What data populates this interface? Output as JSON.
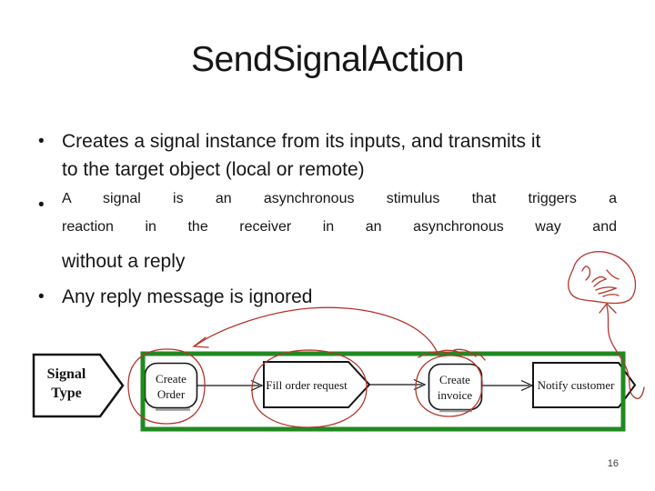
{
  "slide": {
    "title": "SendSignalAction",
    "page_number": "16",
    "bullet_char": "•",
    "bullets": [
      {
        "lines": [
          "Creates a signal instance from its inputs, and transmits it",
          "to the target object (local or remote)"
        ]
      },
      {
        "lines": [
          "A signal is an asynchronous stimulus that triggers a",
          "reaction in the receiver in an asynchronous way and",
          "without a reply"
        ]
      },
      {
        "lines": [
          "Any reply message is ignored"
        ]
      }
    ]
  },
  "diagram": {
    "signal_type": {
      "line1": "Signal",
      "line2": "Type"
    },
    "create_order": {
      "line1": "Create",
      "line2": "Order"
    },
    "fill_order": {
      "label": "Fill order request"
    },
    "create_invoice": {
      "line1": "Create",
      "line2": "invoice"
    },
    "notify_customer": {
      "label": "Notify customer"
    },
    "colors": {
      "highlight_green": "#1f8a1f",
      "annotation_red": "#b5342c",
      "shape_stroke": "#141414"
    }
  }
}
